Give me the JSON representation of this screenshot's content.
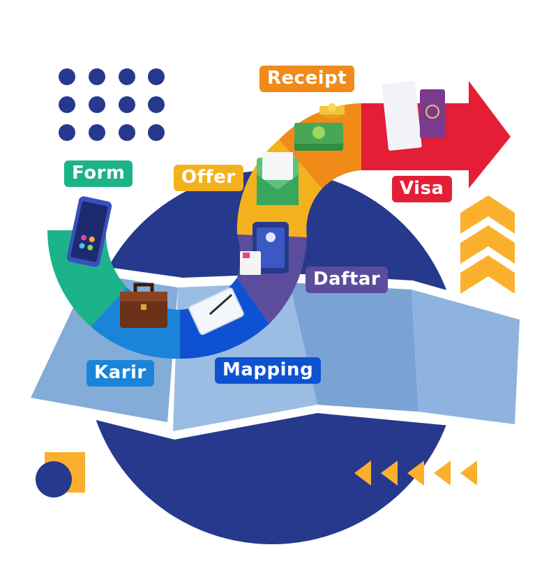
{
  "steps": [
    {
      "id": "form",
      "label": "Form",
      "color": "#1cb38a",
      "icon": "smartphone-icon"
    },
    {
      "id": "karir",
      "label": "Karir",
      "color": "#1a84d8",
      "icon": "briefcase-icon"
    },
    {
      "id": "mapping",
      "label": "Mapping",
      "color": "#0f52d1",
      "icon": "clipboard-icon"
    },
    {
      "id": "daftar",
      "label": "Daftar",
      "color": "#5b4c9c",
      "icon": "tablet-document-icon"
    },
    {
      "id": "offer",
      "label": "Offer",
      "color": "#f3b21d",
      "icon": "envelope-icon"
    },
    {
      "id": "receipt",
      "label": "Receipt",
      "color": "#f08a18",
      "icon": "money-stack-icon"
    },
    {
      "id": "visa",
      "label": "Visa",
      "color": "#e31e35",
      "icon": "passport-icon"
    }
  ],
  "colors": {
    "navy": "#26398d",
    "accent_orange": "#fbb02d",
    "map_fill": "#85acdb",
    "map_fold_dark": "#6d98cf"
  }
}
